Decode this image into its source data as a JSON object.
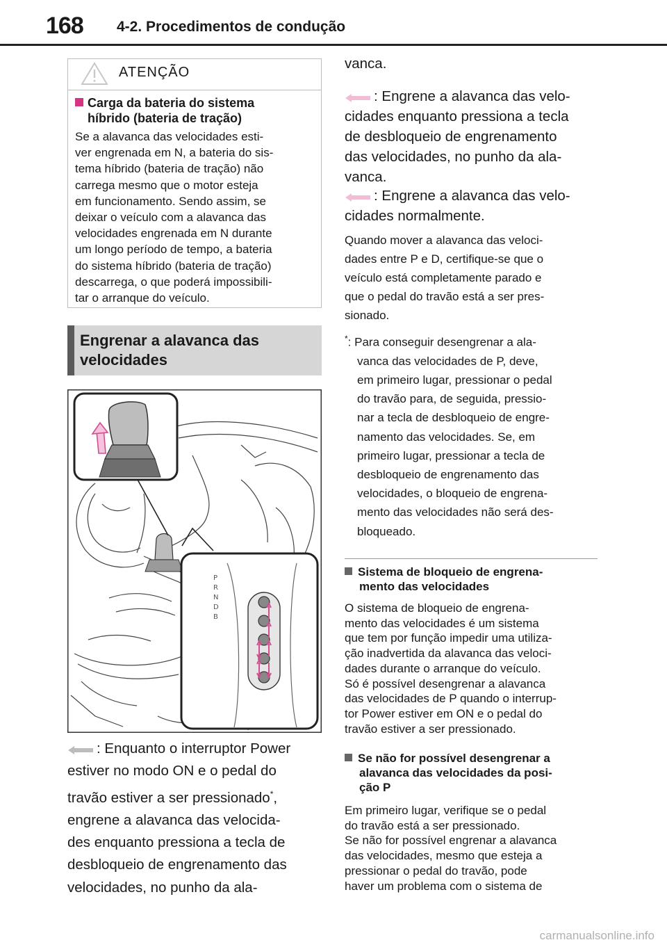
{
  "header": {
    "page_number": "168",
    "section_title": "4-2. Procedimentos de condução"
  },
  "warning": {
    "icon": "warning-triangle-icon",
    "title": "ATENÇÃO",
    "subtitle_line1": "Carga da bateria do sistema",
    "subtitle_line2": "híbrido (bateria de tração)",
    "body": [
      "Se a alavanca das velocidades esti-",
      "ver engrenada em N, a bateria do sis-",
      "tema híbrido (bateria de tração) não",
      "carrega mesmo que o motor esteja",
      "em funcionamento. Sendo assim, se",
      "deixar o veículo com a alavanca das",
      "velocidades engrenada em N durante",
      "um longo período de tempo, a bateria",
      "do sistema híbrido (bateria de tração)",
      "descarrega, o que poderá impossibili-",
      "tar o arranque do veículo."
    ]
  },
  "heading": {
    "line1": "Engrenar a alavanca das",
    "line2": "velocidades"
  },
  "illustration": {
    "gate_letters": [
      "P",
      "R",
      "N",
      "D",
      "B"
    ],
    "accent_color": "#e8a0c4"
  },
  "left_paragraph": {
    "line1": ": Enquanto o interruptor Power",
    "line2": "estiver no modo ON e o pedal do",
    "line3a": "travão estiver a ser pressionado",
    "line3_sup": "*",
    "line3b": ",",
    "line4": "engrene a alavanca das velocida-",
    "line5": "des enquanto pressiona a tecla de",
    "line6": "desbloqueio de engrenamento das",
    "line7": "velocidades, no punho da ala-"
  },
  "right_column": {
    "cont": "vanca.",
    "item1": [
      ": Engrene a alavanca das velo-",
      "cidades enquanto pressiona a tecla",
      "de desbloqueio de engrenamento",
      "das velocidades, no punho da ala-",
      "vanca."
    ],
    "item2": [
      ": Engrene a alavanca das velo-",
      "cidades normalmente."
    ],
    "para": [
      "Quando mover a alavanca das veloci-",
      "dades entre P e D, certifique-se que o",
      "veículo está completamente parado e",
      "que o pedal do travão está a ser pres-",
      "sionado."
    ],
    "note_mark": "*",
    "note": [
      ": Para conseguir desengrenar a ala-",
      "vanca das velocidades de P, deve,",
      "em primeiro lugar, pressionar o pedal",
      "do travão para, de seguida, pressio-",
      "nar a tecla de desbloqueio de engre-",
      "namento das velocidades. Se, em",
      "primeiro lugar, pressionar a tecla de",
      "desbloqueio de engrenamento das",
      "velocidades, o bloqueio de engrena-",
      "mento das velocidades não será des-",
      "bloqueado."
    ],
    "section1_title": [
      "Sistema de bloqueio de engrena-",
      "mento das velocidades"
    ],
    "section1_body": [
      "O sistema de bloqueio de engrena-",
      "mento das velocidades é um sistema",
      "que tem por função impedir uma utiliza-",
      "ção inadvertida da alavanca das veloci-",
      "dades durante o arranque do veículo.",
      "Só é possível desengrenar a alavanca",
      "das velocidades de P quando o interrup-",
      "tor Power estiver em ON e o pedal do",
      "travão estiver a ser pressionado."
    ],
    "section2_title": [
      "Se não for possível desengrenar a",
      "alavanca das velocidades da posi-",
      "ção P"
    ],
    "section2_body": [
      "Em primeiro lugar, verifique se o pedal",
      "do travão está a ser pressionado.",
      "Se não for possível engrenar a alavanca",
      "das velocidades, mesmo que esteja a",
      "pressionar o pedal do travão, pode",
      "haver um problema com o sistema de"
    ]
  },
  "footer": {
    "watermark": "carmanualsonline.info"
  }
}
